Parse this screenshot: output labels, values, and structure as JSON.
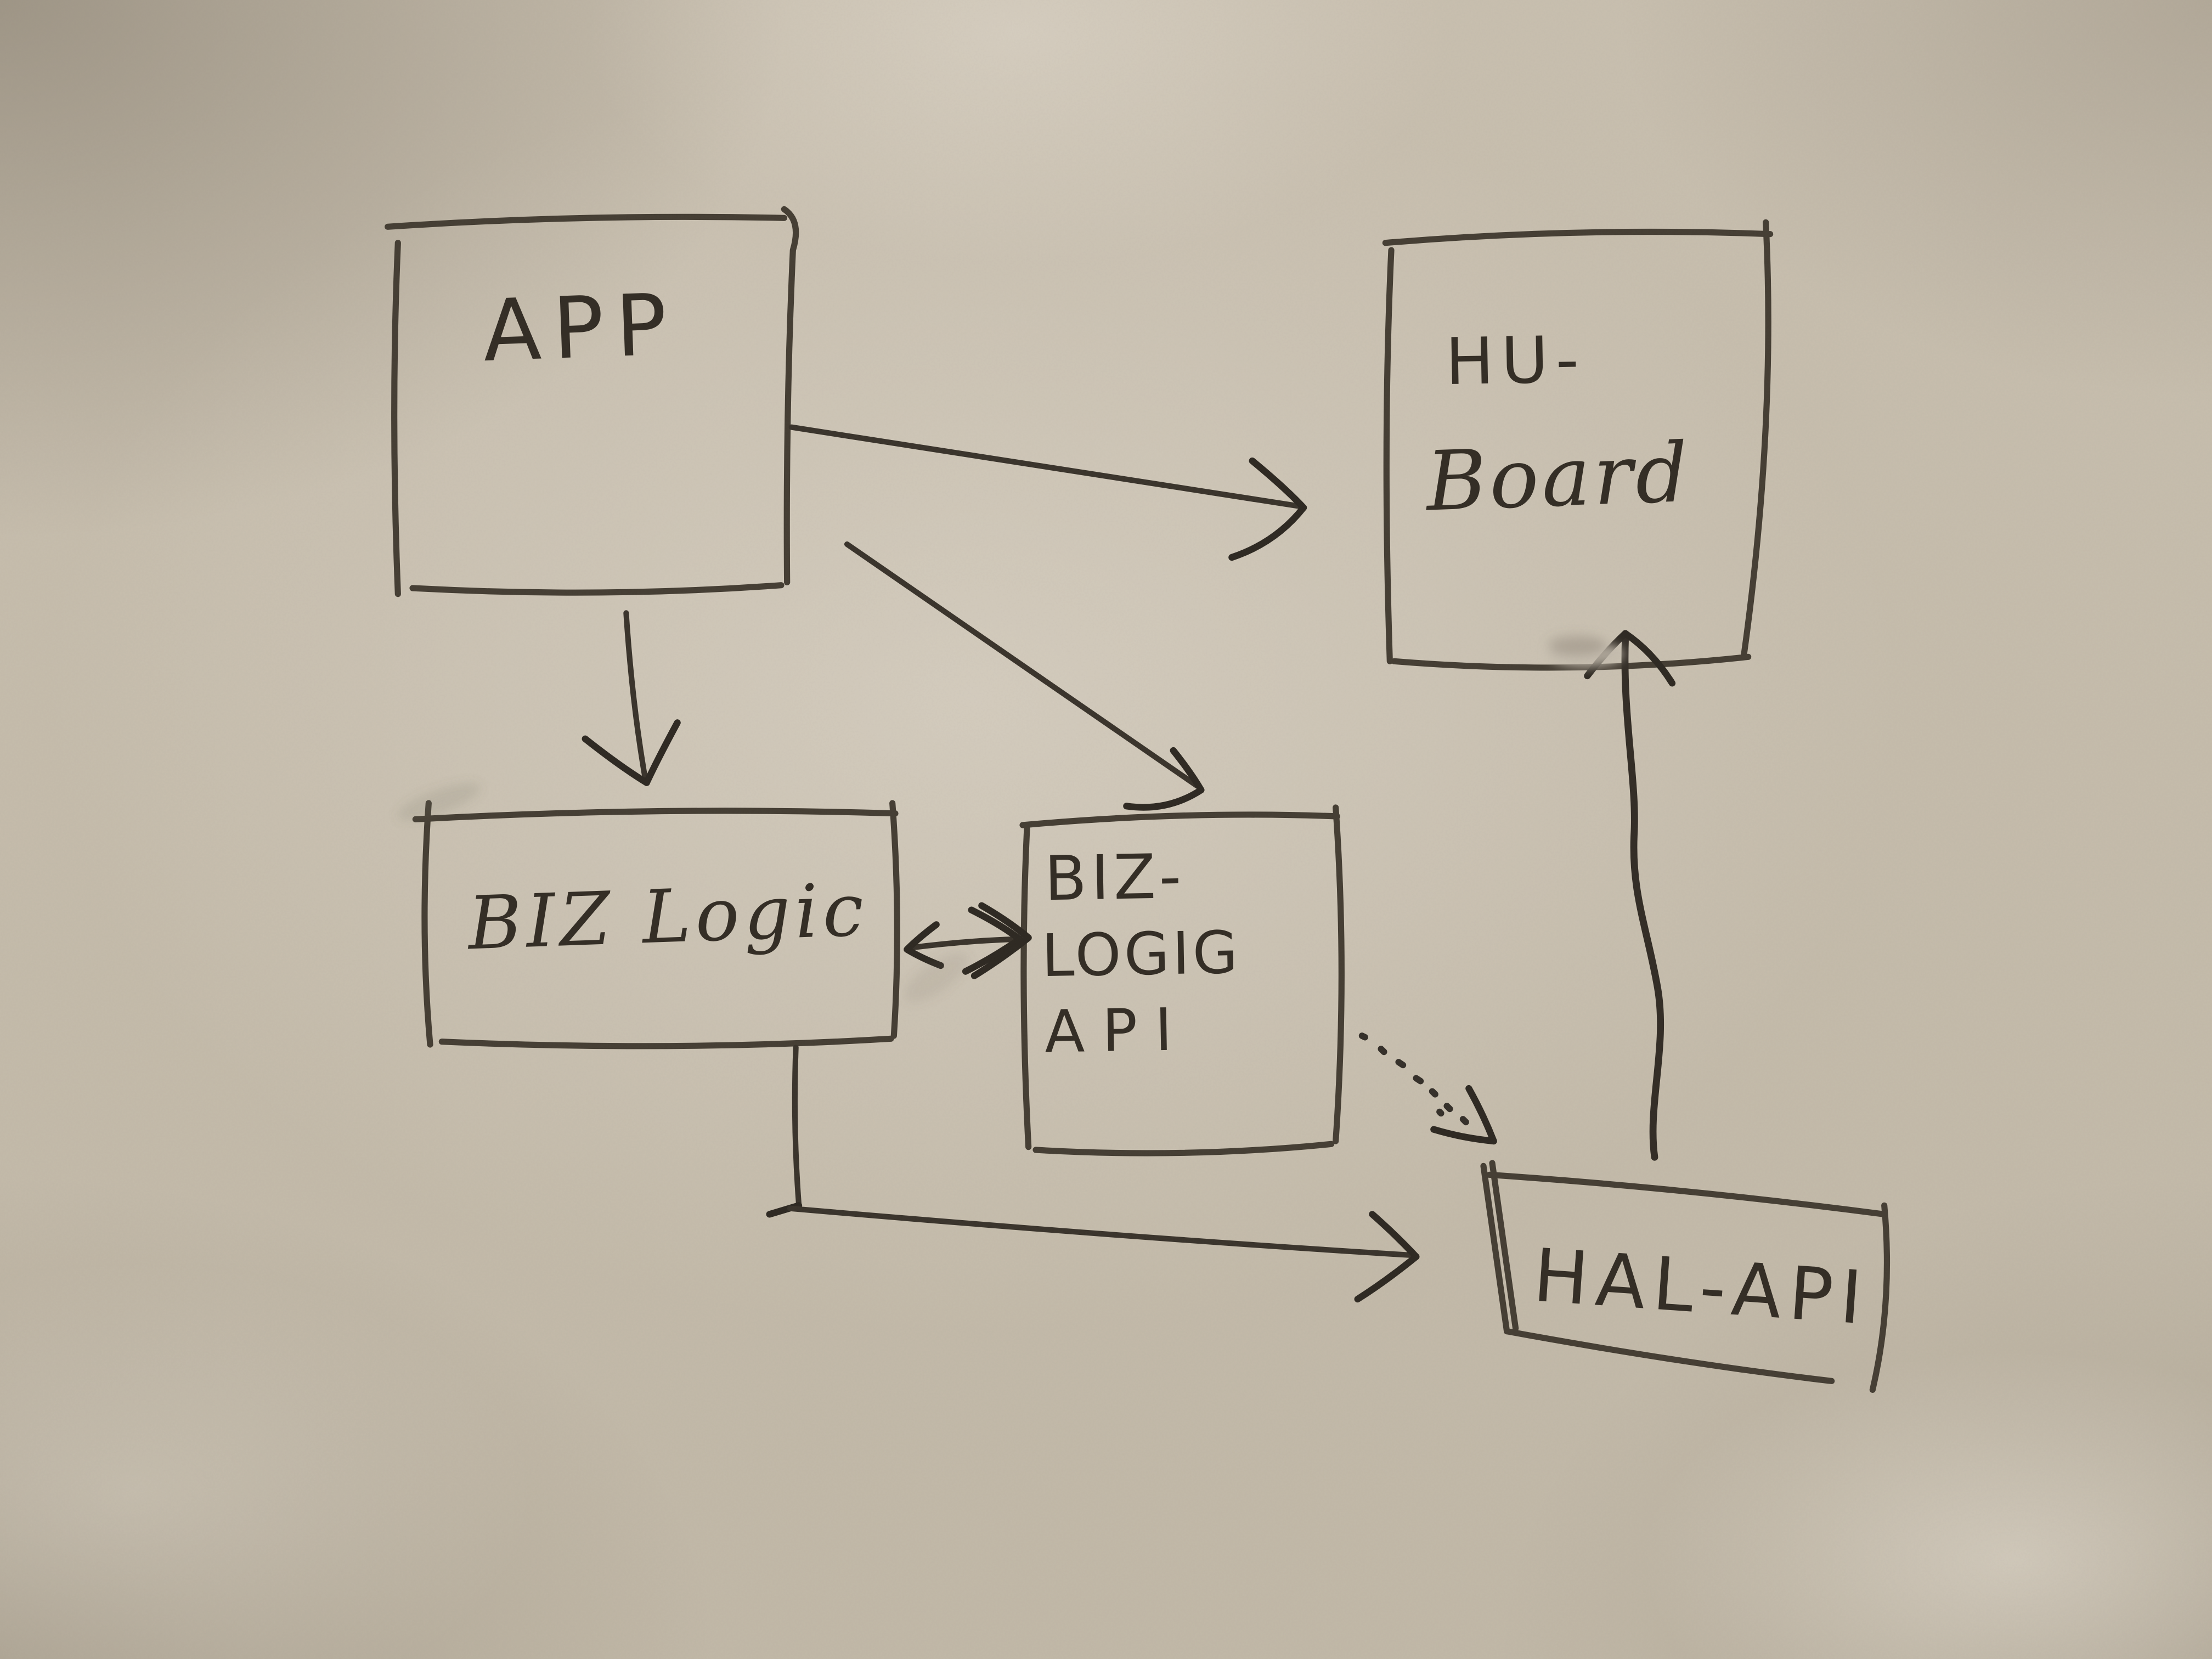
{
  "board": {
    "kind": "whiteboard-marker-sketch",
    "colors": {
      "ink": "#3a342c",
      "board_light": "#d3cabb",
      "board_mid": "#c6bdac",
      "board_dark": "#a89e8e"
    },
    "nodes": {
      "app": {
        "label": "APP"
      },
      "hu_board": {
        "line1": "HU-",
        "line2": "Board"
      },
      "biz_logic": {
        "label": "BIZ Logic"
      },
      "biz_logic_api": {
        "line1": "BIZ-",
        "line2": "LOGIG",
        "line3": "API"
      },
      "hal_api": {
        "label": "HAL-API"
      }
    },
    "edges": [
      {
        "from": "APP",
        "to": "HU-Board",
        "type": "arrow"
      },
      {
        "from": "APP",
        "to": "BIZ Logic",
        "type": "arrow"
      },
      {
        "from": "APP",
        "to": "BIZ-LOGIG API",
        "type": "arrow"
      },
      {
        "from": "BIZ Logic",
        "to": "BIZ-LOGIG API",
        "type": "double-arrow"
      },
      {
        "from": "BIZ-LOGIG API",
        "to": "HAL-API",
        "type": "dotted-arrow"
      },
      {
        "from": "BIZ Logic",
        "to": "HAL-API",
        "type": "elbow-arrow"
      },
      {
        "from": "HAL-API",
        "to": "HU-Board",
        "type": "arrow"
      }
    ]
  }
}
